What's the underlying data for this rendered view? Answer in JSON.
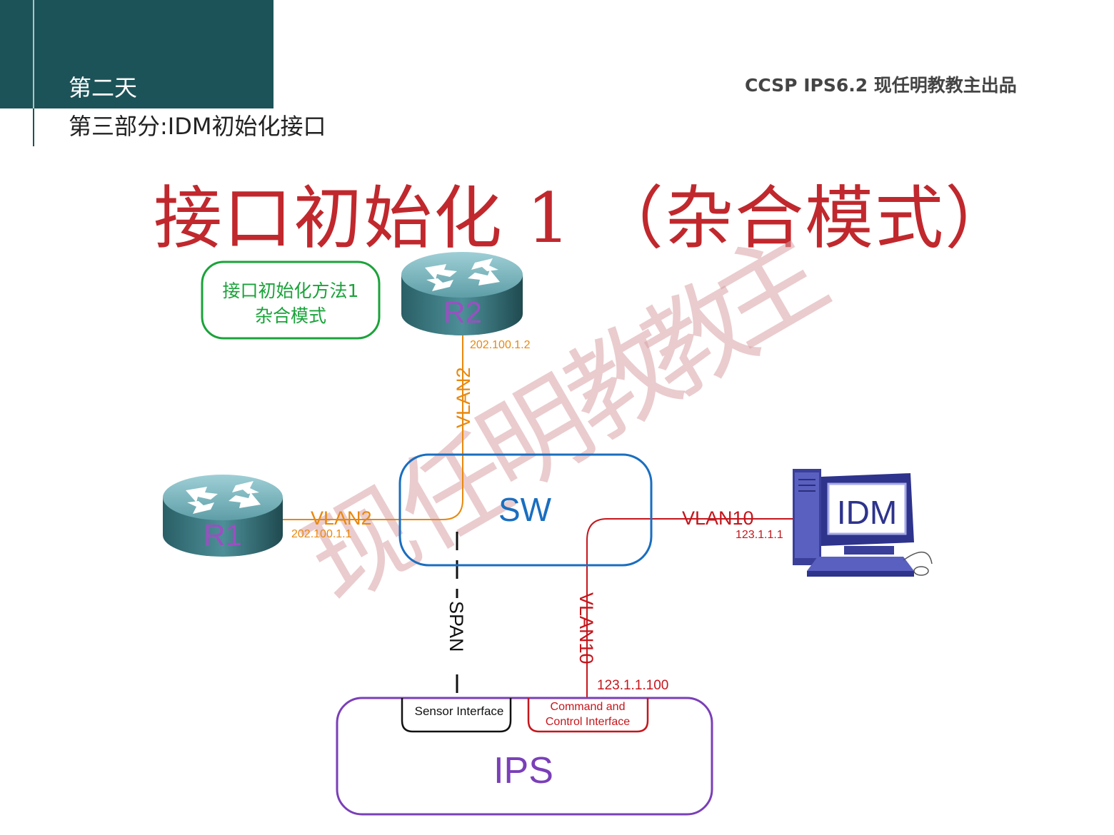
{
  "header": {
    "day": "第二天",
    "section": "第三部分:IDM初始化接口",
    "brand": "CCSP IPS6.2  现任明教教主出品"
  },
  "title": "接口初始化 1 （杂合模式）",
  "note": {
    "line1": "接口初始化方法1",
    "line2": "杂合模式"
  },
  "watermark": [
    "现",
    "任",
    "明",
    "教",
    "教",
    "主"
  ],
  "devices": {
    "r1": {
      "label": "R1",
      "ip": "202.100.1.1"
    },
    "r2": {
      "label": "R2",
      "ip": "202.100.1.2"
    },
    "sw": {
      "label": "SW"
    },
    "idm": {
      "label": "IDM",
      "ip": "123.1.1.1"
    },
    "ips": {
      "label": "IPS",
      "sensor_interface": "Sensor Interface",
      "cc_line1": "Command and",
      "cc_line2": "Control Interface",
      "ip": "123.1.1.100"
    }
  },
  "links": {
    "r2_sw": "VLAN2",
    "r1_sw": "VLAN2",
    "sw_idm": "VLAN10",
    "span": "SPAN",
    "sw_ips": "VLAN10"
  },
  "colors": {
    "header_bg": "#1c5358",
    "title": "#c0282d",
    "vlan2": "#e8880e",
    "vlan10": "#c4161c",
    "sw_box": "#1a6ec0",
    "ips_box": "#7a3fb8",
    "note_box": "#1aa33a",
    "router_label": "#9b4fc2"
  }
}
